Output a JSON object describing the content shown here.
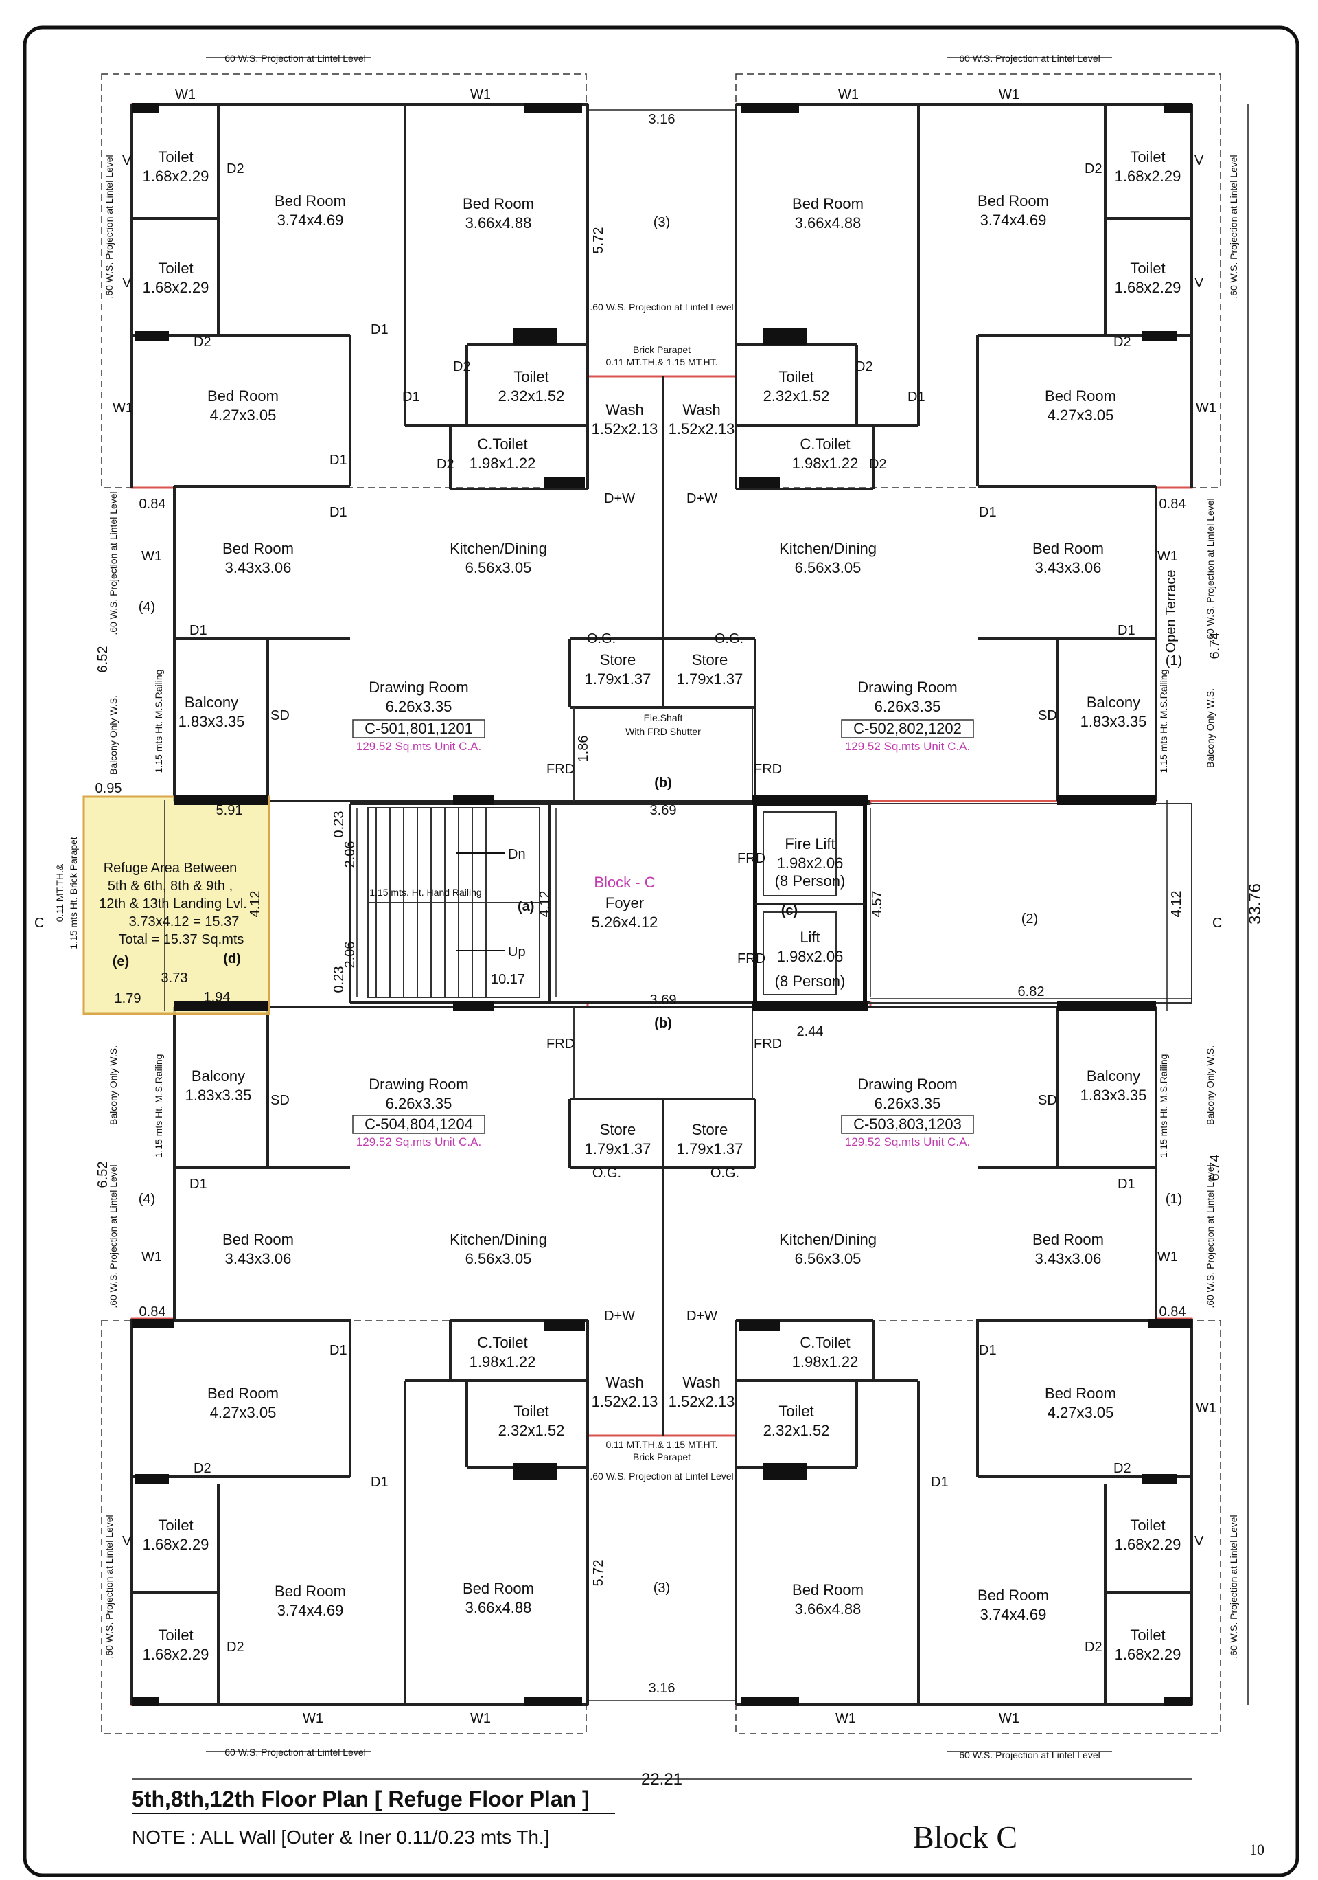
{
  "top_dims": {
    "projection_top": "60 W.S. Projection at Lintel Level",
    "w1": "W1",
    "gap_width": "3.16",
    "shaft_label": "(3)",
    "shaft_height": "5.72",
    "projection_shaft": ".60 W.S. Projection at Lintel Level",
    "brick_parapet": "Brick Parapet",
    "parapet_spec": "0.11 MT.TH.& 1.15 MT.HT."
  },
  "rooms": {
    "toilet_small": {
      "name": "Toilet",
      "size": "1.68x2.29"
    },
    "bed_a": {
      "name": "Bed Room",
      "size": "3.74x4.69"
    },
    "bed_b": {
      "name": "Bed Room",
      "size": "3.66x4.88"
    },
    "bed_c": {
      "name": "Bed Room",
      "size": "4.27x3.05"
    },
    "bed_d": {
      "name": "Bed Room",
      "size": "3.43x3.06"
    },
    "toilet_mid": {
      "name": "Toilet",
      "size": "2.32x1.52"
    },
    "ctoilet": {
      "name": "C.Toilet",
      "size": "1.98x1.22"
    },
    "wash": {
      "name": "Wash",
      "size": "1.52x2.13"
    },
    "kitchen": {
      "name": "Kitchen/Dining",
      "size": "6.56x3.05"
    },
    "store": {
      "name": "Store",
      "size": "1.79x1.37",
      "og": "O.G."
    },
    "drawing": {
      "name": "Drawing Room",
      "size": "6.26x3.35"
    },
    "balcony": {
      "name": "Balcony",
      "size": "1.83x3.35"
    },
    "fire_lift": {
      "name": "Fire Lift",
      "size": "1.98x2.06",
      "cap": "(8 Person)"
    },
    "lift": {
      "name": "Lift",
      "size": "1.98x2.06",
      "cap": "(8 Person)"
    },
    "foyer": {
      "name": "Foyer",
      "size": "5.26x4.12",
      "block": "Block - C"
    }
  },
  "units": {
    "tl": {
      "code": "C-501,801,1201",
      "area": "129.52 Sq.mts Unit C.A."
    },
    "tr": {
      "code": "C-502,802,1202",
      "area": "129.52 Sq.mts Unit C.A."
    },
    "bl": {
      "code": "C-504,804,1204",
      "area": "129.52 Sq.mts Unit C.A."
    },
    "br": {
      "code": "C-503,803,1203",
      "area": "129.52 Sq.mts Unit C.A."
    }
  },
  "labels": {
    "d1": "D1",
    "d2": "D2",
    "sd": "SD",
    "frd": "FRD",
    "dw": "D+W",
    "v": "V",
    "ele_shaft": "Ele.Shaft",
    "frd_shutter": "With FRD Shutter",
    "b": "(b)",
    "a": "(a)",
    "c": "(c)",
    "d": "(d)",
    "e": "(e)",
    "u1": "(1)",
    "u2": "(2)",
    "u4": "(4)",
    "dn": "Dn",
    "up": "Up",
    "handrail": "1.15 mts. Ht. Hand Railing",
    "open_terrace": "Open Terrace",
    "balcony_ws": "Balcony Only W.S.",
    "ms_railing": "1.15 mts Ht. M.S.Railing",
    "proj_side": ".60 W.S. Projection at Lintel Level",
    "section_c": "C"
  },
  "refuge": {
    "line1": "Refuge Area Between",
    "line2": "5th & 6th, 8th & 9th ,",
    "line3": "12th & 13th Landing Lvl.",
    "line4": "3.73x4.12 = 15.37",
    "line5": "Total = 15.37 Sq.mts",
    "parapet1": "0.11 MT.TH.&",
    "parapet2": "1.15 mts Ht. Brick Parapet"
  },
  "dims": {
    "d084": "0.84",
    "d652": "6.52",
    "d674": "6.74",
    "d095": "0.95",
    "d591": "5.91",
    "d023": "0.23",
    "d206": "2.06",
    "d412": "4.12",
    "d373": "3.73",
    "d179": "1.79",
    "d194": "1.94",
    "d1017": "10.17",
    "d369": "3.69",
    "d186": "1.86",
    "d457": "4.57",
    "d682": "6.82",
    "d244": "2.44",
    "d3376": "33.76",
    "d2221": "22.21"
  },
  "footer": {
    "title": "5th,8th,12th Floor Plan [ Refuge Floor Plan ]",
    "note": "NOTE : ALL Wall [Outer & Iner 0.11/0.23 mts Th.]",
    "block": "Block C",
    "page": "10"
  }
}
